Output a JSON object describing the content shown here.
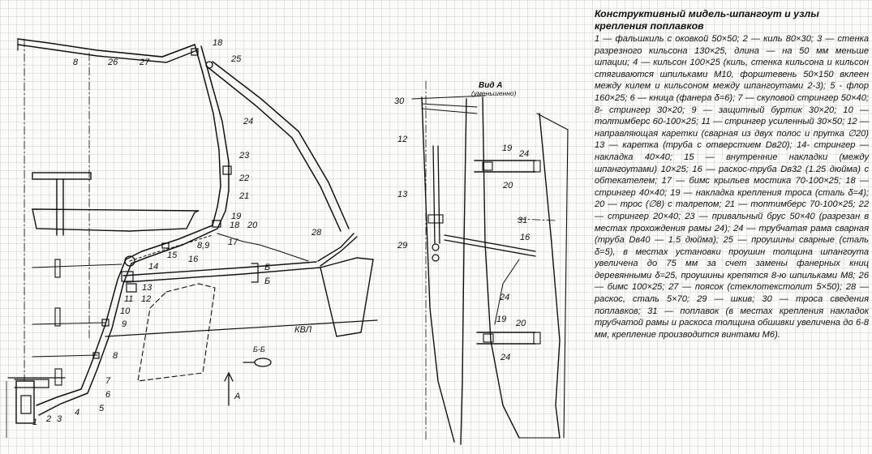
{
  "legend": {
    "title": "Конструктивный мидель-шпангоут и узлы крепления поплавков",
    "items": [
      "1 — фальшкиль с оковкой 50×50;",
      "2 — киль 80×30;",
      "3 — стенка разрезного кильсона 130×25, длина — на 50 мм меньше шпации;",
      "4 — кильсон 100×25 (киль, стенка кильсона и кильсон стягиваются шпильками М10, форштевень 50×150 вклеен между килем и кильсоном между шпангоутами 2-3);",
      "5 - флор 160×25;",
      "6 — кница (фанера δ=6);",
      "7 — скуловой стрингер 50×40;",
      "8- стрингер 30×20;",
      "9 — защитный буртик 30×20;",
      "10 — толтимберс 60-100×25;",
      "11 — стрингер усиленный 30×50;",
      "12 — направляющая каретки (сварная из двух полос и прутка ∅20)",
      "13 — каретка (труба с отверстием Dв20);",
      "14- стрингер — накладка 40×40;",
      "15 — внутренние накладки (между шпангоутами) 10×25;",
      "16 — раскос-труба Dв32 (1.25 дюйма) с обтекателем;",
      "17 — бимс крыльев мостика 70-100×25;",
      "18 — стрингер 40×40;",
      "19 — накладка крепления троса (сталь δ=4);",
      "20 — трос (∅8) с талрепом;",
      "21 — топтимберс 70-100×25;",
      "22 — стрингер 20×40;",
      "23 — привальный брус 50×40 (разрезан в местах прохождения рамы 24);",
      "24 — трубчатая рама сварная (труба Dв40 — 1.5 дюйма);",
      "25 — проушины сварные (сталь δ=5), в местах установки проушин толщина шпангоута увеличена до 75 мм за счет замены фанерных книц деревянными δ=25, проушины крепятся 8-ю шпильками М8;",
      "26 — бимс 100×25;",
      "27 — поясок (стеклотекстолит 5×50);",
      "28 — раскос, сталь 5×70;",
      "29 — шкив;",
      "30 — троса сведения поплавков;",
      "31 — поплавок (в местах крепления накладок трубчатой рамы и раскоса толщина обшивки увеличена до 6-8 мм, крепление производится винтами М6)."
    ]
  },
  "section": {
    "labels": {
      "n1": "1",
      "n2": "2",
      "n3": "3",
      "n4": "4",
      "n5": "5",
      "n6": "6",
      "n7": "7",
      "n8a": "8",
      "n8b": "8",
      "n9": "9",
      "n10": "10",
      "n11": "11",
      "n12": "12",
      "n13": "13",
      "n14": "14",
      "n15": "15",
      "n16": "16",
      "n17": "17",
      "n18a": "18",
      "n18b": "18",
      "n19": "19",
      "n20": "20",
      "n21": "21",
      "n22": "22",
      "n23": "23",
      "n24": "24",
      "n25": "25",
      "n26": "26",
      "n27": "27",
      "n28": "28",
      "n89": "8,9",
      "b1": "Б",
      "b2": "Б",
      "bb": "Б-Б",
      "kvl": "КВЛ",
      "arrowA": "А"
    }
  },
  "view_a": {
    "title": "Вид А",
    "subtitle": "(уменьшенно)",
    "labels": {
      "n30": "30",
      "n12": "12",
      "n13": "13",
      "n29": "29",
      "n19a": "19",
      "n24a": "24",
      "n20a": "20",
      "n31": "31",
      "n16": "16",
      "n24b": "24",
      "n19b": "19",
      "n20b": "20",
      "n24c": "24"
    }
  }
}
